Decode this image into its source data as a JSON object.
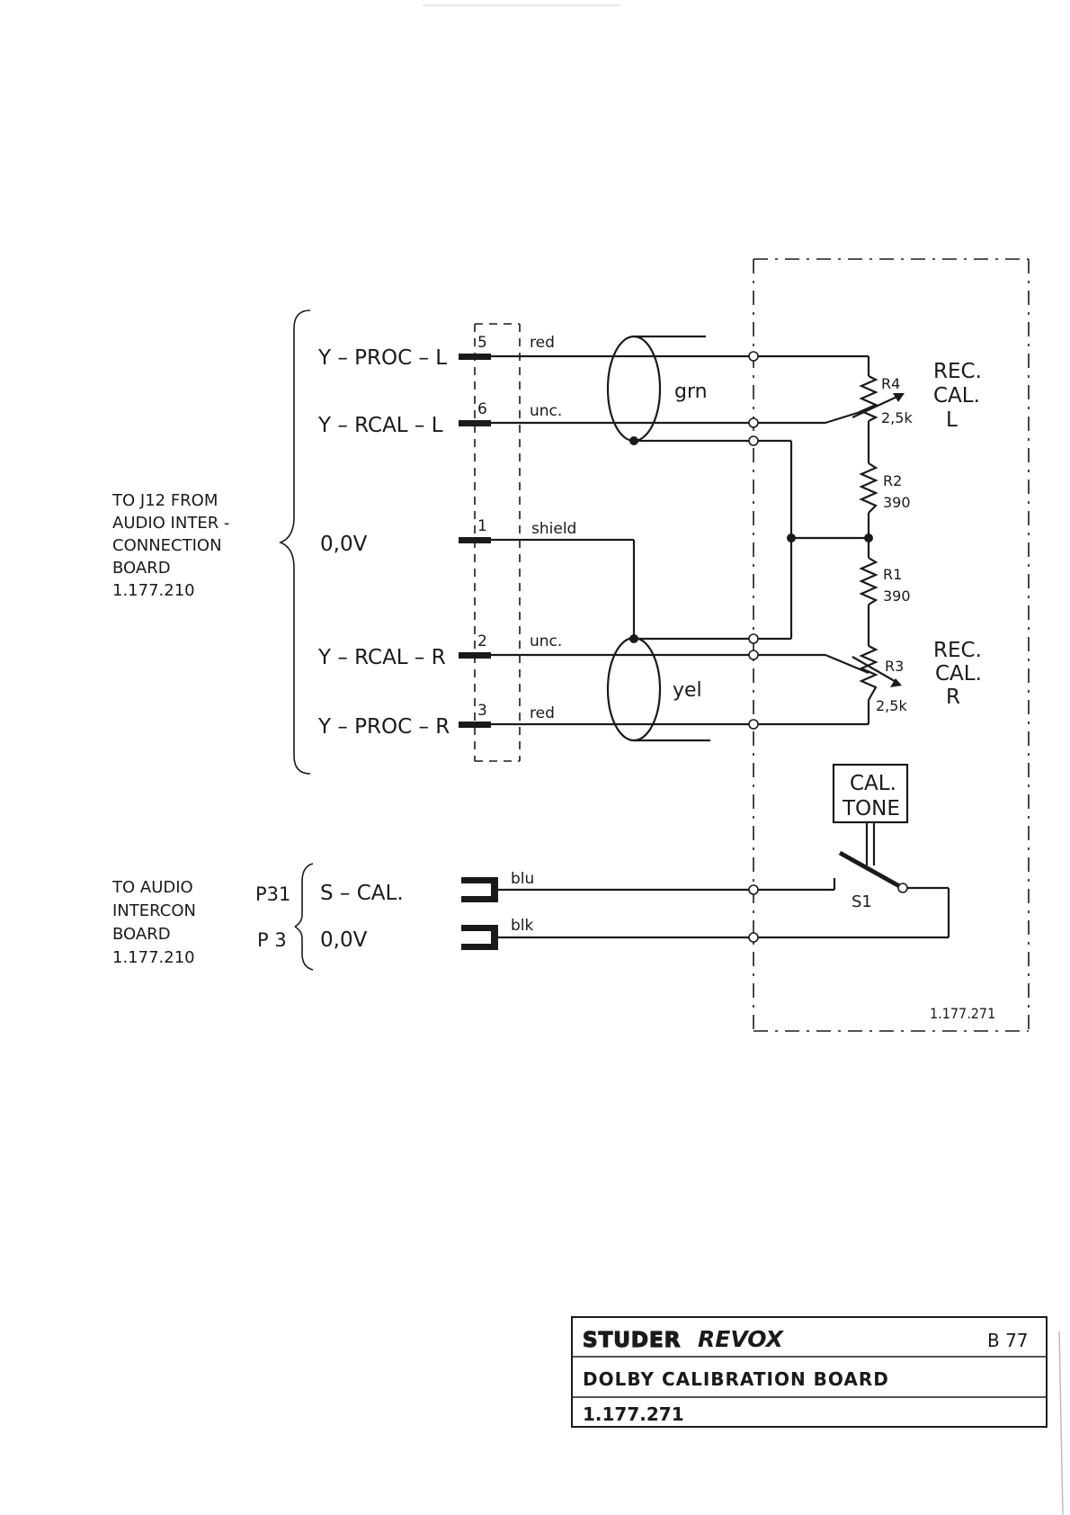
{
  "left_label_j12": [
    "TO J12 FROM",
    "AUDIO INTER -",
    "CONNECTION",
    "BOARD",
    "1.177.210"
  ],
  "left_label_p3": [
    "TO AUDIO",
    "INTERCON",
    "BOARD",
    "1.177.210"
  ],
  "signals": {
    "y_proc_l": "Y – PROC – L",
    "y_rcal_l": "Y – RCAL – L",
    "zero_v": "0,0V",
    "y_rcal_r": "Y – RCAL – R",
    "y_proc_r": "Y – PROC – R",
    "s_cal": "S – CAL.",
    "zero_v_2": "0,0V"
  },
  "connectors": {
    "p31": "P31",
    "p3": "P 3"
  },
  "pins": {
    "p5": "5",
    "p6": "6",
    "p1": "1",
    "p2": "2",
    "p3": "3"
  },
  "wires": {
    "red_top": "red",
    "unc_top": "unc.",
    "shield": "shield",
    "unc_bottom": "unc.",
    "red_bottom": "red",
    "blu": "blu",
    "blk": "blk"
  },
  "cables": {
    "grn": "grn",
    "yel": "yel"
  },
  "components": {
    "r4": "R4",
    "r4_val": "2,5k",
    "r2": "R2",
    "r2_val": "390",
    "r1": "R1",
    "r1_val": "390",
    "r3": "R3",
    "r3_val": "2,5k",
    "s1": "S1"
  },
  "rec_cal_l": [
    "REC.",
    "CAL.",
    "L"
  ],
  "rec_cal_r": [
    "REC.",
    "CAL.",
    "R"
  ],
  "cal_tone": [
    "CAL.",
    "TONE"
  ],
  "board_number": "1.177.271",
  "title_block": {
    "brand_studer": "STUDER",
    "brand_revox": "REVOX",
    "page": "B 77",
    "title": "DOLBY CALIBRATION BOARD",
    "number": "1.177.271"
  }
}
